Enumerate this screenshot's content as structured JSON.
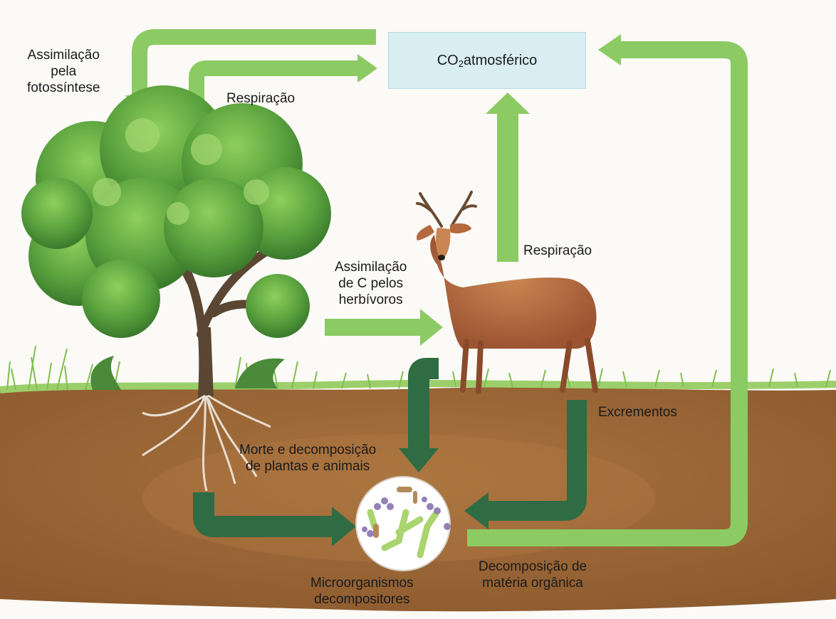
{
  "co2_box": {
    "prefix": "CO",
    "subscript": "2",
    "suffix": " atmosférico"
  },
  "labels": {
    "assimilation_photosynthesis": [
      "Assimilação",
      "pela",
      "fotossíntese"
    ],
    "respiration_plant": "Respiração",
    "respiration_animal": "Respiração",
    "assimilation_herbivores": [
      "Assimilação",
      "de C pelos",
      "herbívoros"
    ],
    "excrements": "Excrementos",
    "death_decomposition": [
      "Morte e decomposição",
      "de plantas e animais"
    ],
    "decomposition_organic": [
      "Decomposição de",
      "matéria orgânica"
    ],
    "microorganisms": [
      "Microorganismos",
      "decompositores"
    ]
  },
  "colors": {
    "light_arrow": "#8ccb63",
    "dark_arrow": "#2f6b43",
    "co2_box": "#d8eef3",
    "soil": "#9a6535",
    "grass": "#7fbf4e",
    "tree_foliage": "#4f9a3a",
    "trunk": "#5a4632",
    "deer": "#b5693f"
  }
}
